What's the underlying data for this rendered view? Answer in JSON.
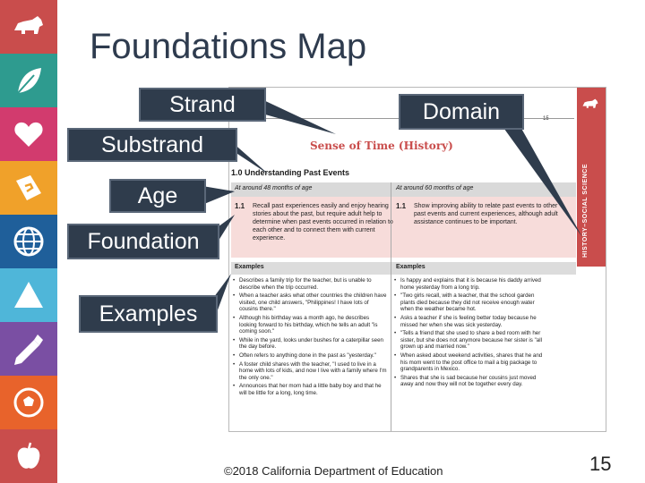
{
  "slide": {
    "title": "Foundations Map",
    "footer": "©2018 California Department of Education",
    "page_number": "15"
  },
  "callouts": {
    "strand": "Strand",
    "domain": "Domain",
    "substrand": "Substrand",
    "age": "Age",
    "foundation": "Foundation",
    "examples": "Examples"
  },
  "strip_icons": [
    {
      "icon": "bear-icon",
      "color": "#c94d4c"
    },
    {
      "icon": "leaf-icon",
      "color": "#2e9b8f"
    },
    {
      "icon": "heart-icon",
      "color": "#d23b6e"
    },
    {
      "icon": "book-icon",
      "color": "#f0a12a"
    },
    {
      "icon": "globe-icon",
      "color": "#1f5f9a"
    },
    {
      "icon": "triangle-icon",
      "color": "#4fb6d9"
    },
    {
      "icon": "crayon-icon",
      "color": "#7a4fa3"
    },
    {
      "icon": "soccer-ball-icon",
      "color": "#e8632b"
    },
    {
      "icon": "apple-icon",
      "color": "#c94d4c"
    }
  ],
  "document": {
    "page_num": "15",
    "side_label": "HISTORY–SOCIAL SCIENCE",
    "header_title": "Sense of Time (History)",
    "section": "1.0 Understanding Past Events",
    "col1_head": "At around 48 months of age",
    "col2_head": "At around 60 months of age",
    "col1_num": "1.1",
    "col2_num": "1.1",
    "col1_found": "Recall past experiences easily and enjoy hearing stories about the past, but require adult help to determine when past events occurred in relation to each other and to connect them with current experience.",
    "col2_found": "Show improving ability to relate past events to other past events and current experiences, although adult assistance continues to be important.",
    "examples_label_1": "Examples",
    "examples_label_2": "Examples",
    "examples_col1": [
      "Describes a family trip for the teacher, but is unable to describe when the trip occurred.",
      "When a teacher asks what other countries the children have visited, one child answers, \"Philippines! I have lots of cousins there.\"",
      "Although his birthday was a month ago, he describes looking forward to his birthday, which he tells an adult \"is coming soon.\"",
      "While in the yard, looks under bushes for a caterpillar seen the day before.",
      "Often refers to anything done in the past as \"yesterday.\"",
      "A foster child shares with the teacher, \"I used to live in a home with lots of kids, and now I live with a family where I'm the only one.\"",
      "Announces that her mom had a little baby boy and that he will be little for a long, long time."
    ],
    "examples_col2": [
      "Is happy and explains that it is because his daddy arrived home yesterday from a long trip.",
      "\"Two girls recall, with a teacher, that the school garden plants died because they did not receive enough water when the weather became hot.",
      "Asks a teacher if she is feeling better today because he missed her when she was sick yesterday.",
      "\"Tells a friend that she used to share a bed room with her sister, but she does not anymore because her sister is \"all grown up and married now.\"",
      "When asked about weekend activities, shares that he and his mom went to the post office to mail a big package to grandparents in Mexico.",
      "Shares that she is sad because her cousins just moved away and now they will not be together every day."
    ]
  }
}
